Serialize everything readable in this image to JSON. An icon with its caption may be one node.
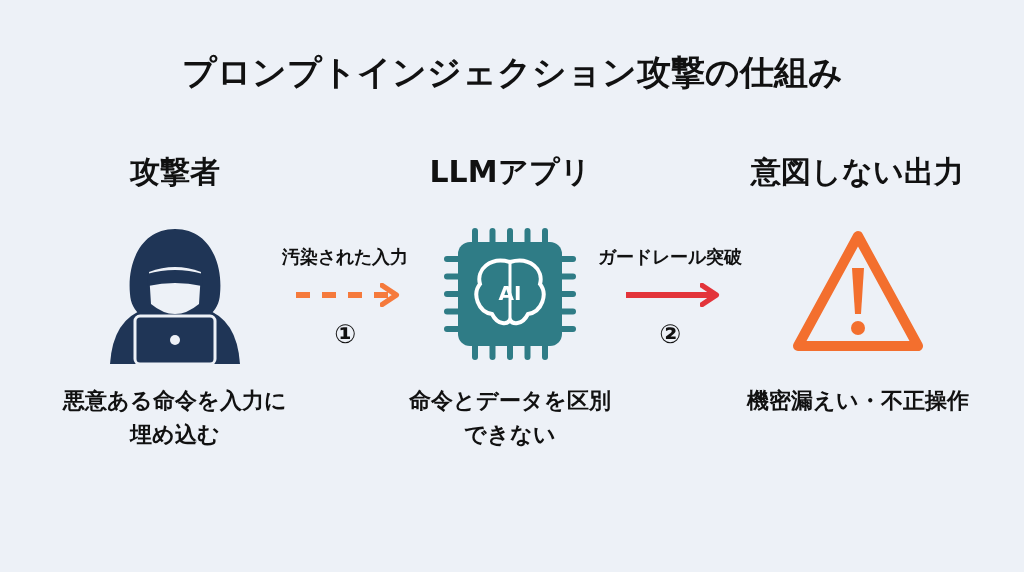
{
  "diagram": {
    "title": "プロンプトインジェクション攻撃の仕組み",
    "nodes": [
      {
        "text": [
          "攻撃者",
          "悪意ある命令を入力に埋め込む"
        ]
      },
      {
        "text": [
          "LLMアプリ",
          "命令とデータを区別できない"
        ]
      },
      {
        "text": [
          "意図しない出力",
          "機密漏えい・不正操作"
        ]
      }
    ],
    "edges": [
      {
        "from": 0,
        "to": 1,
        "arrow": "to",
        "label": "汚染された入力",
        "style": "dashed",
        "color": "#f57a3c"
      },
      {
        "from": 1,
        "to": 2,
        "arrow": "to",
        "label": "ガードレール突破",
        "color": "#e3343a"
      }
    ],
    "labels": [
      "AI",
      "①",
      "②"
    ]
  }
}
